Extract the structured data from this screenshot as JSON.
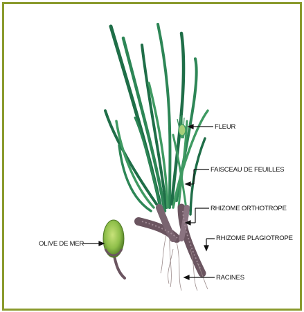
{
  "colors": {
    "border": "#8a9a2c",
    "leaf_dark": "#1f6e48",
    "leaf_light": "#3f9a62",
    "rhizome": "#6b5560",
    "fruit": "#8fbf4a"
  },
  "labels": {
    "fleur": "FLEUR",
    "faisceau": "FAISCEAU DE FEUILLES",
    "rhizome_ortho": "RHIZOME ORTHOTROPE",
    "rhizome_plagio": "RHIZOME PLAGIOTROPE",
    "racines": "RACINES",
    "olive": "OLIVE DE MER"
  }
}
